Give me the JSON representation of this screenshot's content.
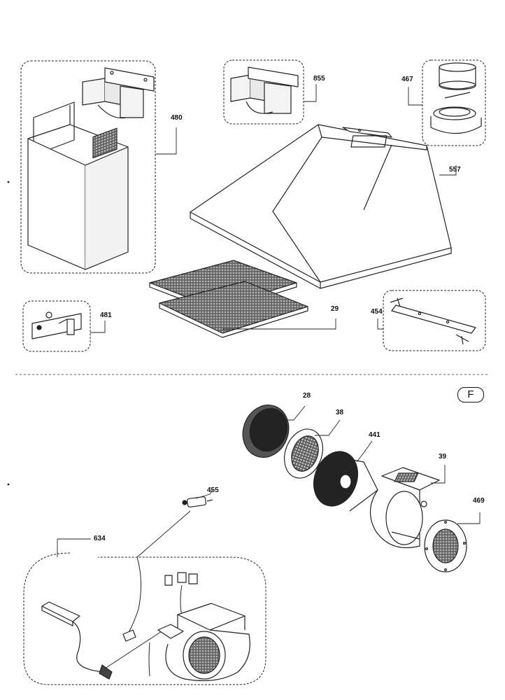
{
  "callouts": {
    "p480": "480",
    "p855": "855",
    "p467": "467",
    "p557": "557",
    "p481": "481",
    "p29": "29",
    "p454": "454",
    "p28": "28",
    "p38": "38",
    "p441": "441",
    "p39": "39",
    "p469": "469",
    "p455": "455",
    "p634": "634"
  },
  "section_badge": "F"
}
